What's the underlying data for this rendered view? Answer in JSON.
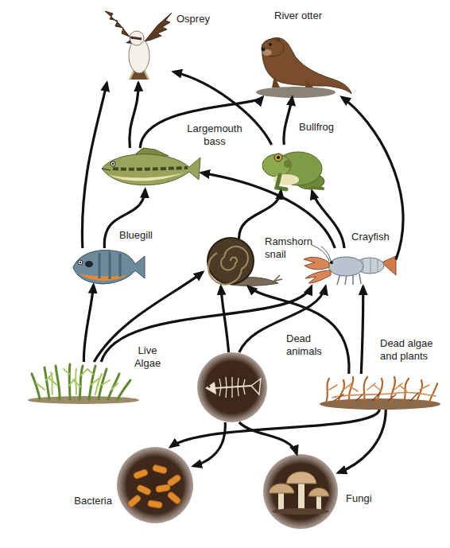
{
  "diagram": {
    "nodes": [
      {
        "text": [
          "Osprey"
        ]
      },
      {
        "text": [
          "River otter"
        ]
      },
      {
        "text": [
          "Largemouth bass"
        ]
      },
      {
        "text": [
          "Bullfrog"
        ]
      },
      {
        "text": [
          "Bluegill"
        ]
      },
      {
        "text": [
          "Ramshorn snail"
        ]
      },
      {
        "text": [
          "Crayfish"
        ]
      },
      {
        "text": [
          "Live Algae"
        ]
      },
      {
        "text": [
          "Dead animals"
        ]
      },
      {
        "text": [
          "Dead algae and plants"
        ]
      },
      {
        "text": [
          "Bacteria"
        ]
      },
      {
        "text": [
          "Fungi"
        ]
      }
    ],
    "edges": [
      {
        "from": 4,
        "to": 0,
        "arrow": "to"
      },
      {
        "from": 4,
        "to": 2,
        "arrow": "to"
      },
      {
        "from": 2,
        "to": 0,
        "arrow": "to"
      },
      {
        "from": 2,
        "to": 1,
        "arrow": "to"
      },
      {
        "from": 3,
        "to": 0,
        "arrow": "to"
      },
      {
        "from": 3,
        "to": 1,
        "arrow": "to"
      },
      {
        "from": 6,
        "to": 1,
        "arrow": "to"
      },
      {
        "from": 6,
        "to": 2,
        "arrow": "to"
      },
      {
        "from": 6,
        "to": 3,
        "arrow": "to"
      },
      {
        "from": 5,
        "to": 3,
        "arrow": "to"
      },
      {
        "from": 7,
        "to": 4,
        "arrow": "to"
      },
      {
        "from": 7,
        "to": 5,
        "arrow": "to"
      },
      {
        "from": 7,
        "to": 6,
        "arrow": "to"
      },
      {
        "from": 8,
        "to": 5,
        "arrow": "to"
      },
      {
        "from": 8,
        "to": 6,
        "arrow": "to"
      },
      {
        "from": 9,
        "to": 5,
        "arrow": "to"
      },
      {
        "from": 9,
        "to": 6,
        "arrow": "to"
      },
      {
        "from": 8,
        "to": 10,
        "arrow": "to"
      },
      {
        "from": 8,
        "to": 11,
        "arrow": "to"
      },
      {
        "from": 9,
        "to": 10,
        "arrow": "to"
      },
      {
        "from": 9,
        "to": 11,
        "arrow": "to"
      }
    ]
  }
}
